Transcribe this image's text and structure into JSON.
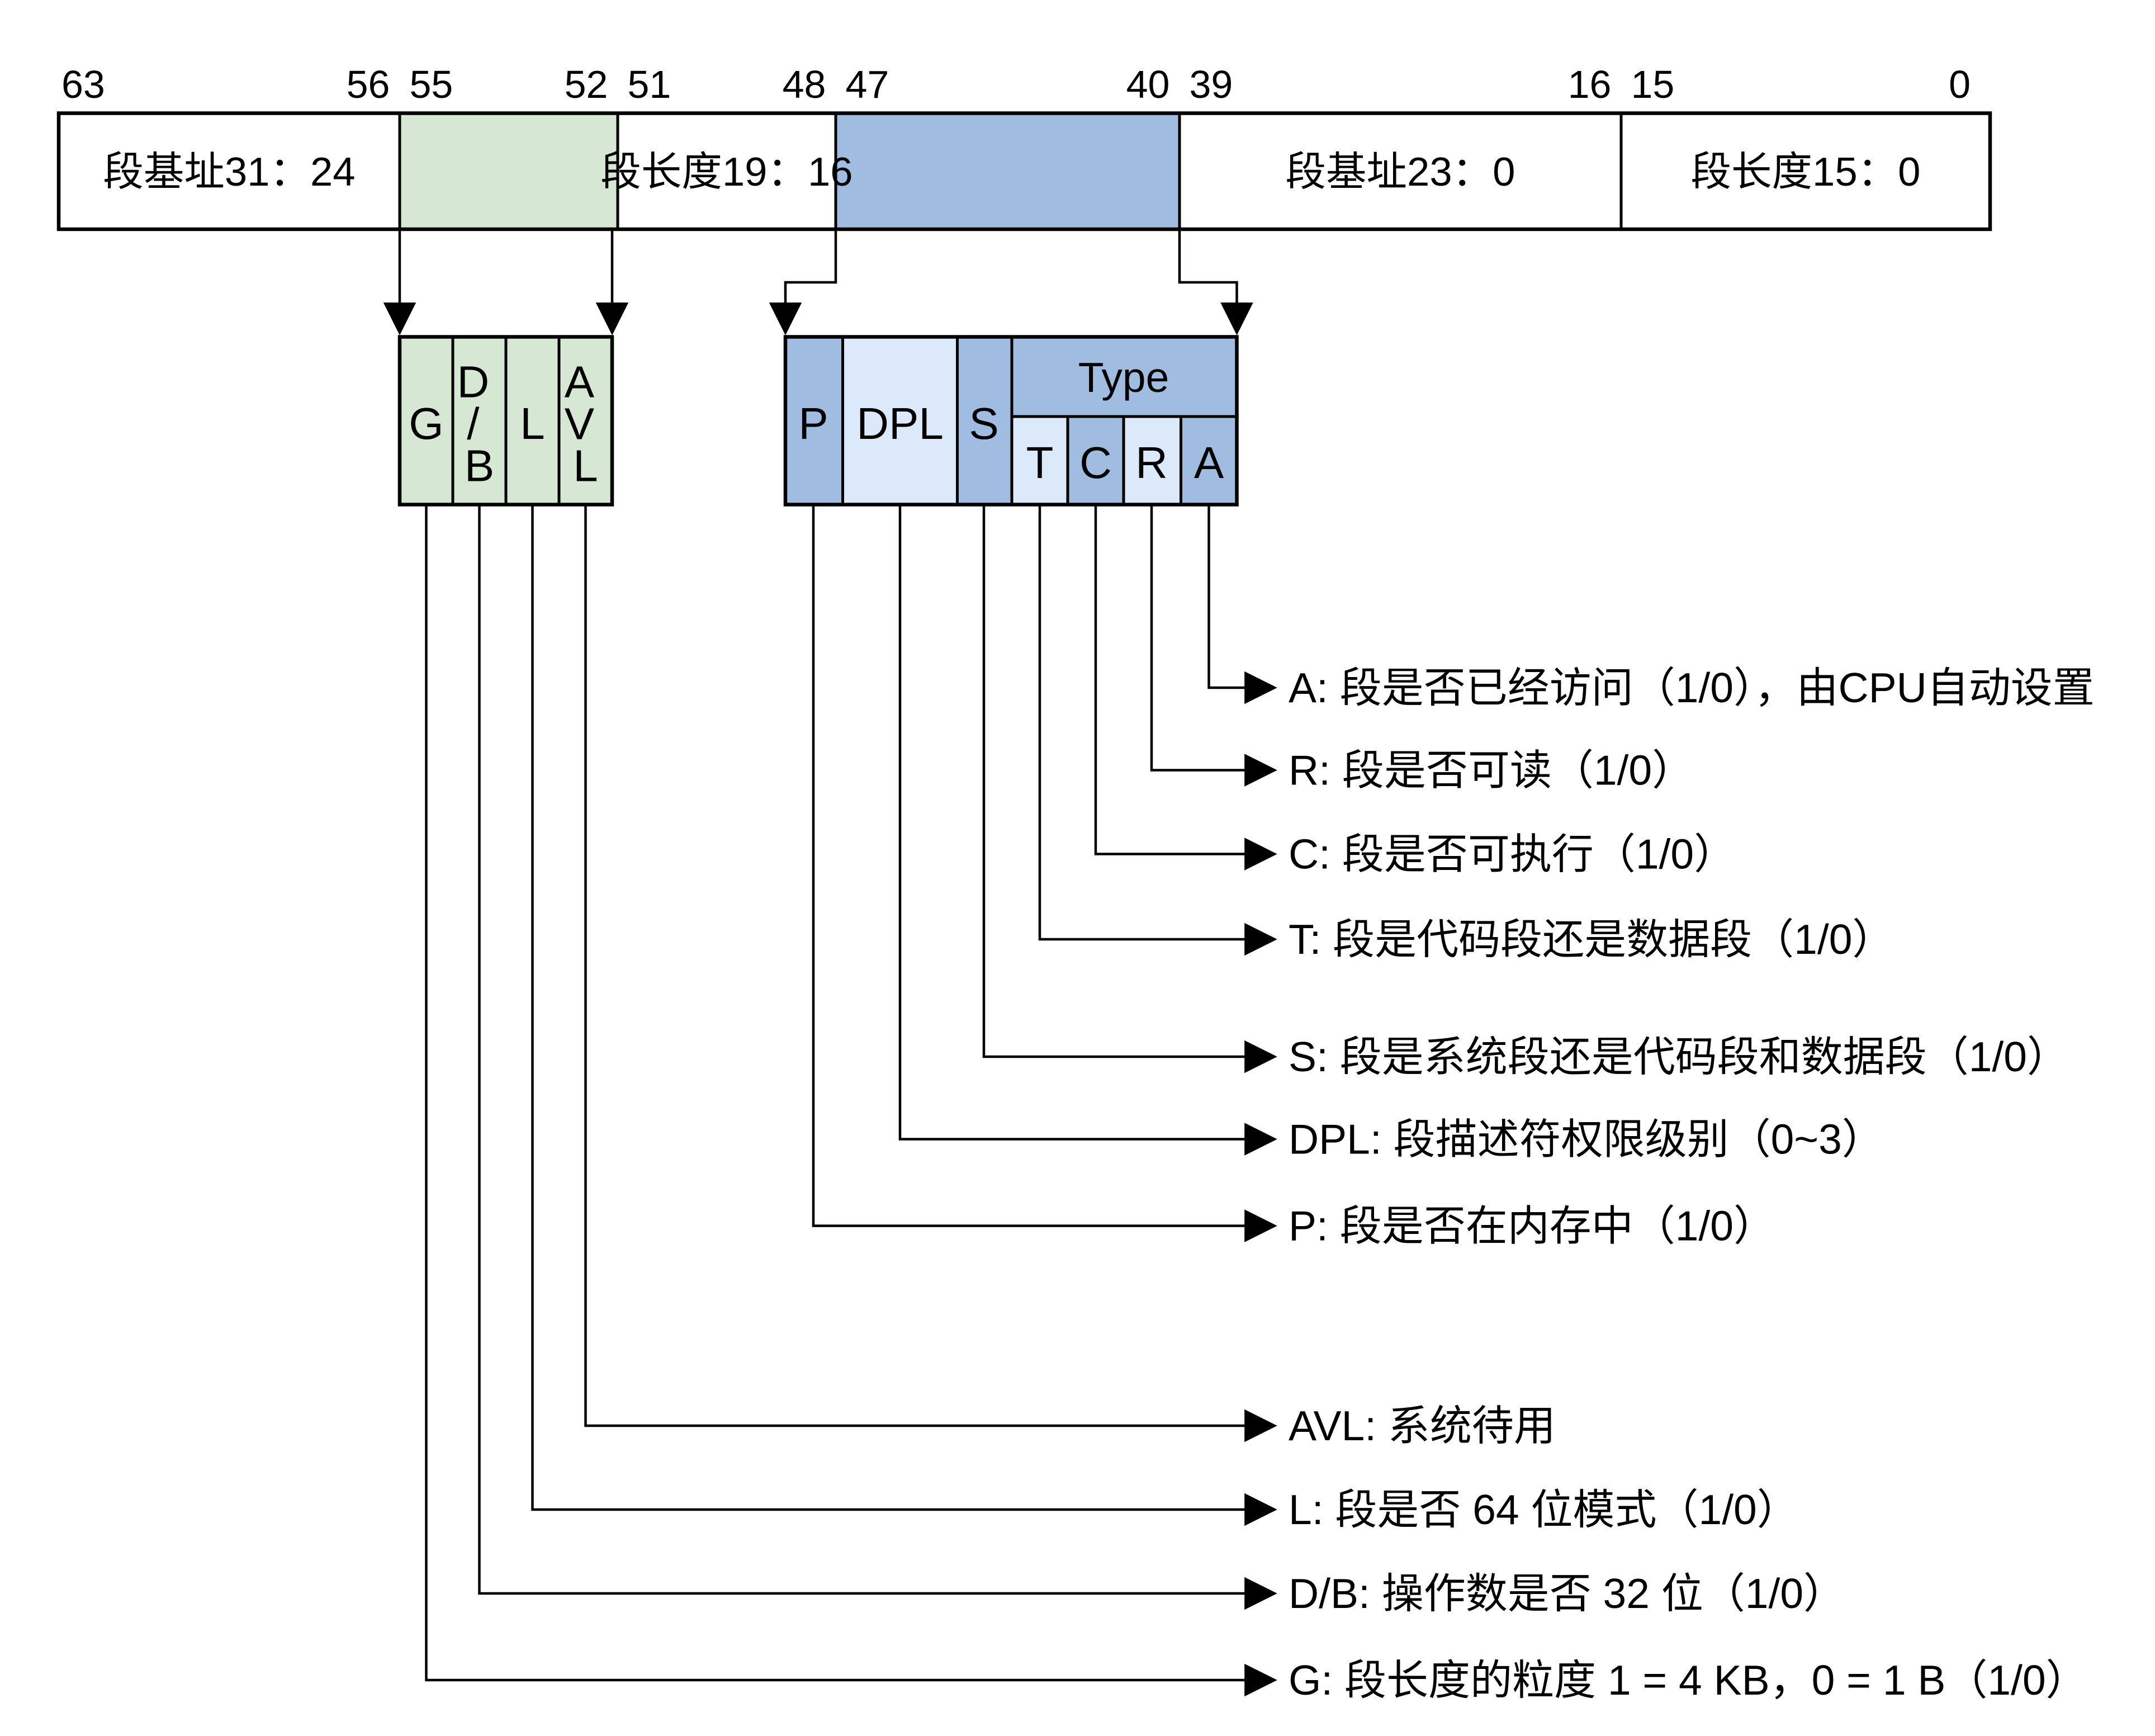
{
  "colors": {
    "background": "#ffffff",
    "border": "#000000",
    "white": "#ffffff",
    "green": "#d6e8d4",
    "blue": "#a0bce0",
    "blue_light": "#dce9fb"
  },
  "register": {
    "bit_labels": [
      "63",
      "56",
      "55",
      "52",
      "51",
      "48",
      "47",
      "40",
      "39",
      "16",
      "15",
      "0"
    ],
    "cell_base_hi": "段基址31：24",
    "cell_limit_hi": "段长度19：16",
    "cell_base_lo": "段基址23：0",
    "cell_limit_lo": "段长度15：0"
  },
  "green_box": {
    "g": "G",
    "db": [
      "D",
      "/",
      "B"
    ],
    "l": "L",
    "avl": [
      "A",
      "V",
      "L"
    ]
  },
  "blue_box": {
    "p": "P",
    "dpl": "DPL",
    "s": "S",
    "type": "Type",
    "t": "T",
    "c": "C",
    "r": "R",
    "a": "A"
  },
  "legend": [
    {
      "text": "A: 段是否已经访问（1/0），由CPU自动设置"
    },
    {
      "text": "R: 段是否可读（1/0）"
    },
    {
      "text": "C: 段是否可执行（1/0）"
    },
    {
      "text": "T: 段是代码段还是数据段（1/0）"
    },
    {
      "text": "S: 段是系统段还是代码段和数据段（1/0）"
    },
    {
      "text": "DPL: 段描述符权限级别（0~3）"
    },
    {
      "text": "P: 段是否在内存中（1/0）"
    },
    {
      "text": "AVL: 系统待用"
    },
    {
      "text": "L: 段是否 64 位模式（1/0）"
    },
    {
      "text": "D/B: 操作数是否 32 位（1/0）"
    },
    {
      "text": "G: 段长度的粒度 1 = 4 KB，0 = 1 B（1/0）"
    }
  ]
}
